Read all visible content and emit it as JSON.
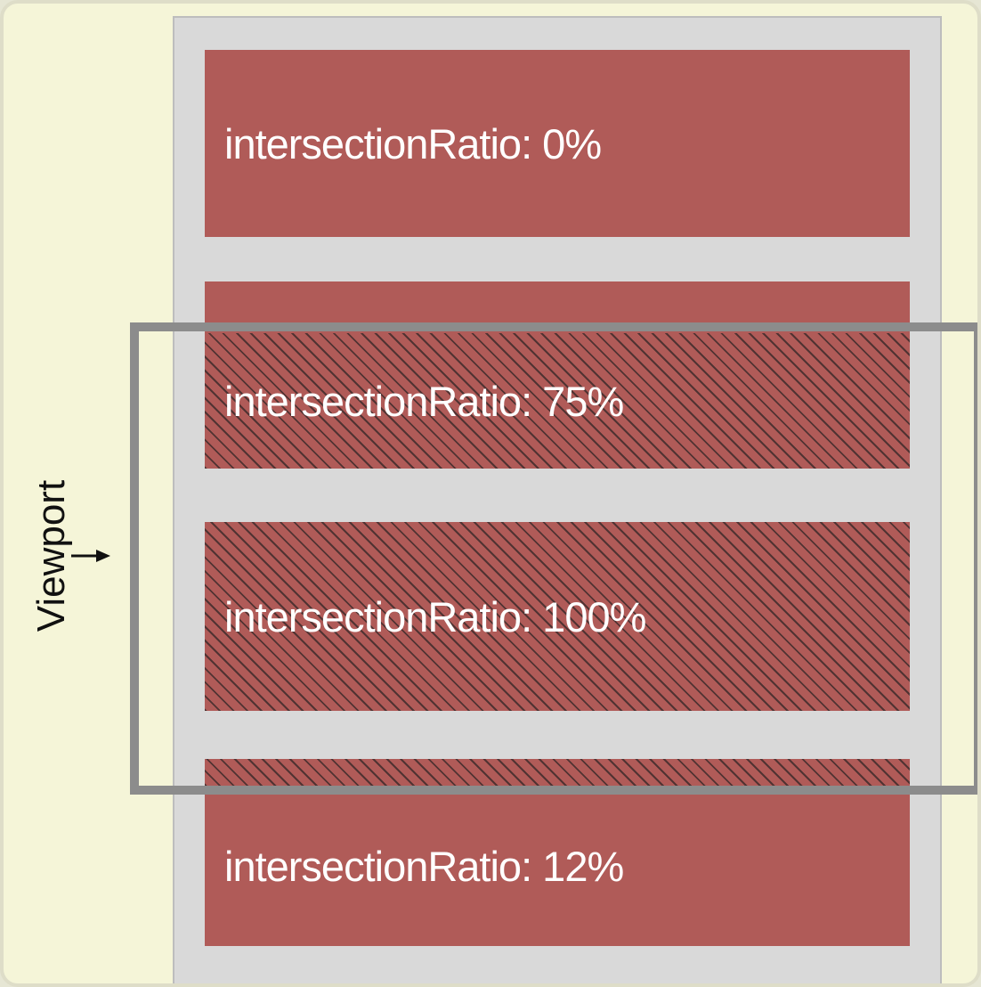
{
  "viewport": {
    "label": "Viewport"
  },
  "entries": [
    {
      "label": "intersectionRatio: 0%",
      "ratio": 0
    },
    {
      "label": "intersectionRatio: 75%",
      "ratio": 0.75
    },
    {
      "label": "intersectionRatio: 100%",
      "ratio": 1.0
    },
    {
      "label": "intersectionRatio: 12%",
      "ratio": 0.12
    }
  ],
  "colors": {
    "background": "#f5f5d8",
    "column": "#d9d9d9",
    "entry": "#b05b58",
    "viewport_border": "#8c8c8c",
    "label_text": "#ffffff"
  }
}
